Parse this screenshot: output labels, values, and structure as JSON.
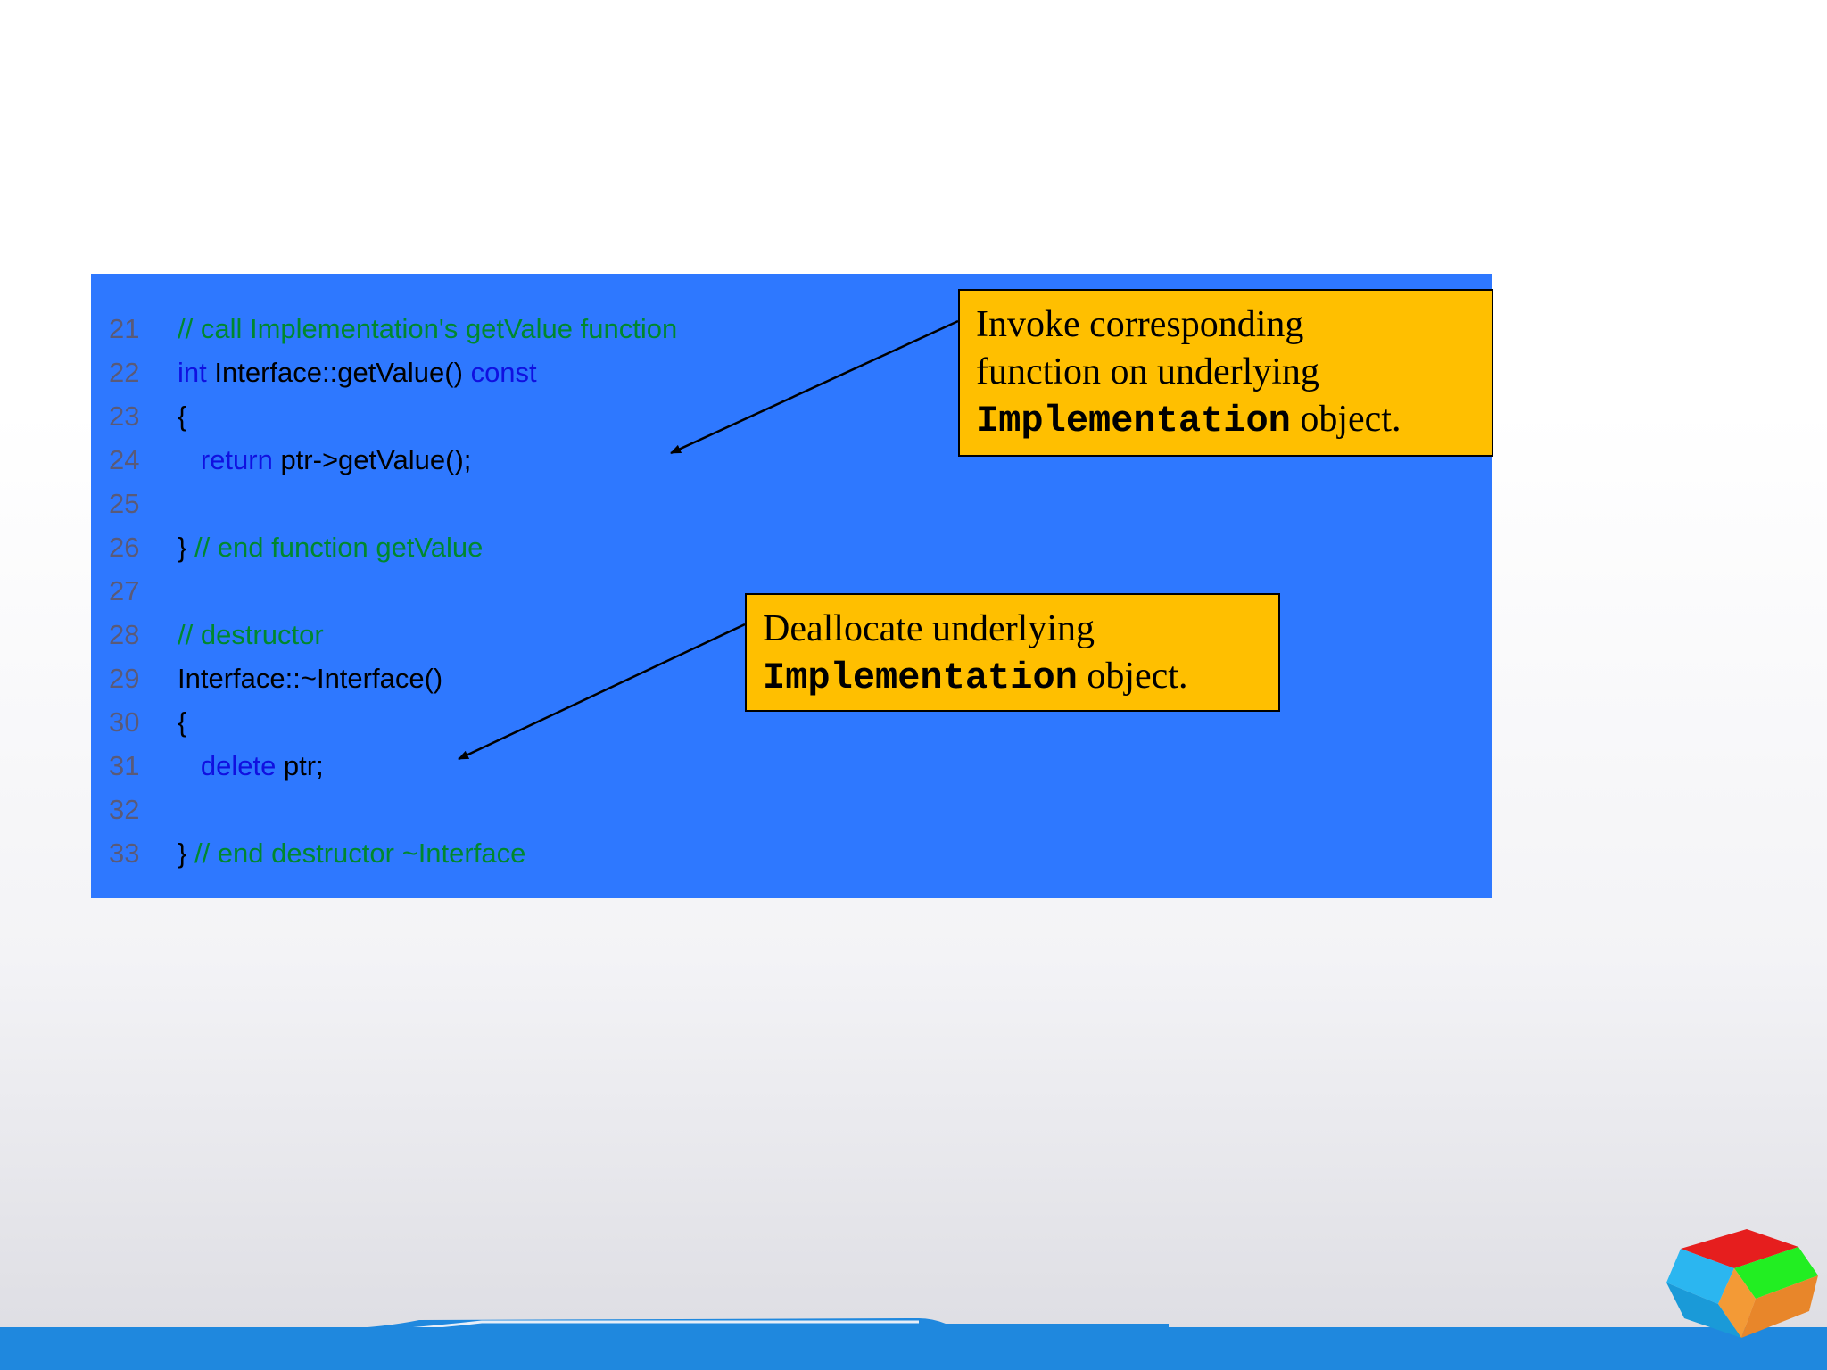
{
  "code": {
    "lines": [
      {
        "no": "21",
        "tokens": [
          {
            "t": "// call Implementation's getValue function",
            "k": "comment"
          }
        ]
      },
      {
        "no": "22",
        "tokens": [
          {
            "t": "int",
            "k": "keyword"
          },
          {
            "t": " Interface::getValue() ",
            "k": "plain"
          },
          {
            "t": "const",
            "k": "keyword"
          }
        ]
      },
      {
        "no": "23",
        "tokens": [
          {
            "t": "{",
            "k": "plain"
          }
        ]
      },
      {
        "no": "24",
        "tokens": [
          {
            "t": "   ",
            "k": "plain"
          },
          {
            "t": "return",
            "k": "keyword"
          },
          {
            "t": " ptr->getValue();",
            "k": "plain"
          }
        ]
      },
      {
        "no": "25",
        "tokens": []
      },
      {
        "no": "26",
        "tokens": [
          {
            "t": "} ",
            "k": "plain"
          },
          {
            "t": "// end function getValue",
            "k": "comment"
          }
        ]
      },
      {
        "no": "27",
        "tokens": []
      },
      {
        "no": "28",
        "tokens": [
          {
            "t": "// destructor",
            "k": "comment"
          }
        ]
      },
      {
        "no": "29",
        "tokens": [
          {
            "t": "Interface::~Interface()",
            "k": "plain"
          }
        ]
      },
      {
        "no": "30",
        "tokens": [
          {
            "t": "{",
            "k": "plain"
          }
        ]
      },
      {
        "no": "31",
        "tokens": [
          {
            "t": "   ",
            "k": "plain"
          },
          {
            "t": "delete",
            "k": "keyword"
          },
          {
            "t": " ptr;",
            "k": "plain"
          }
        ]
      },
      {
        "no": "32",
        "tokens": []
      },
      {
        "no": "33",
        "tokens": [
          {
            "t": "} ",
            "k": "plain"
          },
          {
            "t": "// end destructor ~Interface",
            "k": "comment"
          }
        ]
      }
    ]
  },
  "callouts": {
    "invoke": {
      "line1": "Invoke corresponding",
      "line2": "function on underlying",
      "code_word": "Implementation",
      "tail": " object."
    },
    "dealloc": {
      "line1": "Deallocate underlying",
      "code_word": "Implementation",
      "tail": " object."
    }
  },
  "colors": {
    "panel": "#2e78ff",
    "callout": "#ffbf00",
    "comment": "#00882e",
    "keyword": "#1010e0",
    "line_number": "#5a5a78"
  },
  "icons": {
    "logo": "colored-cube-logo-icon"
  }
}
